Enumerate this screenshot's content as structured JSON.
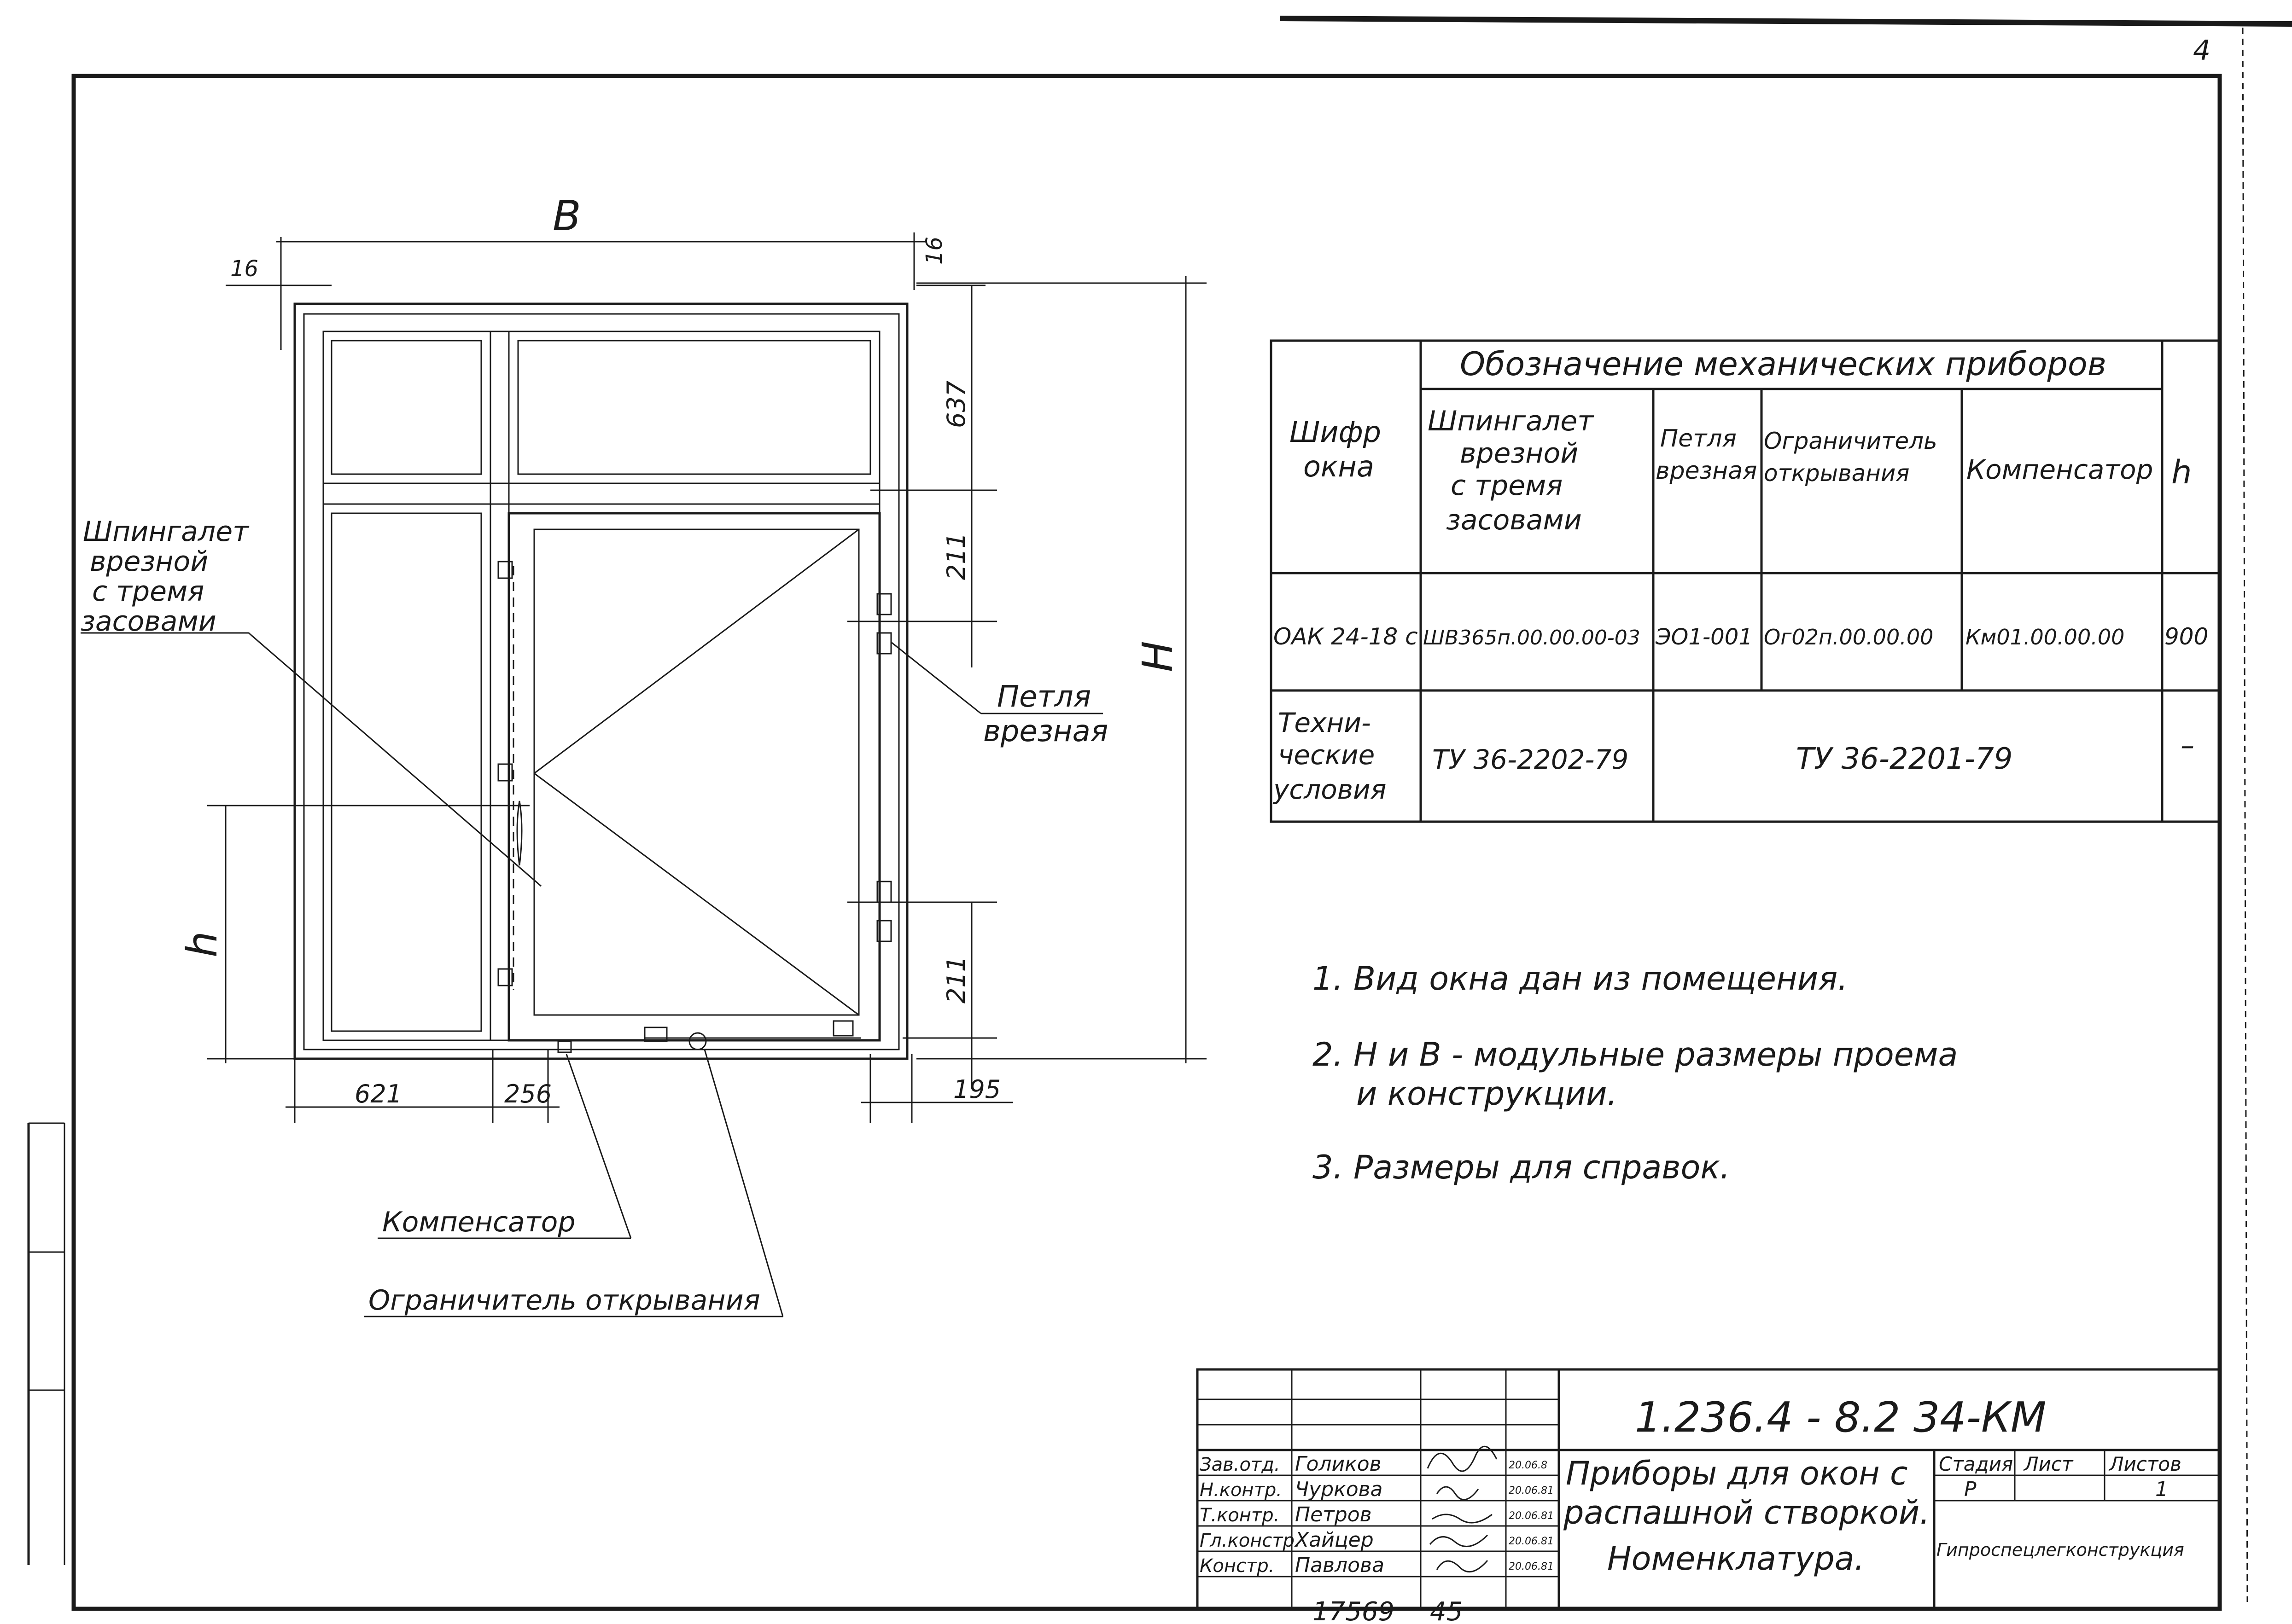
{
  "sheet": {
    "corner_mark": "4",
    "archive_number": "17569",
    "archive_suffix": "45"
  },
  "drawing": {
    "dim_width": "B",
    "dim_height": "H",
    "dim_h": "h",
    "dim_16_left": "16",
    "dim_16_right": "16",
    "dim_637": "637",
    "dim_211_top": "211",
    "dim_211_bottom": "211",
    "dim_621": "621",
    "dim_256": "256",
    "dim_195": "195",
    "callout_espagnolette": [
      "Шпингалет",
      "врезной",
      "с тремя",
      "засовами"
    ],
    "callout_hinge": [
      "Петля",
      "врезная"
    ],
    "callout_compensator": "Компенсатор",
    "callout_limiter": "Ограничитель открывания"
  },
  "spec_table": {
    "col_window_code": [
      "Шифр",
      "окна"
    ],
    "group_header": "Обозначение механических приборов",
    "col_espagnolette": [
      "Шпингалет",
      "врезной",
      "с тремя",
      "засовами"
    ],
    "col_hinge": [
      "Петля",
      "врезная"
    ],
    "col_limiter": [
      "Ограничитель",
      "открывания"
    ],
    "col_compensator": "Компенсатор",
    "col_h": "h",
    "row1": {
      "code": "ОАК 24-18 с",
      "espagnolette": "ШВ365п.00.00.00-03",
      "hinge": "ЭО1-001",
      "limiter": "Ог02п.00.00.00",
      "compensator": "Км01.00.00.00",
      "h": "900"
    },
    "row2": {
      "code": [
        "Техни-",
        "ческие",
        "условия"
      ],
      "espagnolette": "ТУ 36-2202-79",
      "merged": "ТУ 36-2201-79",
      "h": "–"
    }
  },
  "notes": [
    "1. Вид окна дан из помещения.",
    "2. Н и В - модульные размеры проема",
    "и конструкции.",
    "3. Размеры для справок."
  ],
  "title_block": {
    "doc_code": "1.236.4 - 8.2  34-КМ",
    "title_lines": [
      "Приборы для окон с",
      "распашной створкой.",
      "Номенклатура."
    ],
    "roles": [
      "Зав.отд.",
      "Н.контр.",
      "Т.контр.",
      "Гл.констр.",
      "Констр."
    ],
    "names": [
      "Голиков",
      "Чуркова",
      "Петров",
      "Хайцер",
      "Павлова"
    ],
    "dates": [
      "20.06.8",
      "20.06.81",
      "20.06.81",
      "20.06.81",
      "20.06.81"
    ],
    "stage_label": "Стадия",
    "sheet_label": "Лист",
    "sheets_label": "Листов",
    "stage_value": "Р",
    "sheets_value": "1",
    "organization": "Гипроспецлегконструкция"
  }
}
